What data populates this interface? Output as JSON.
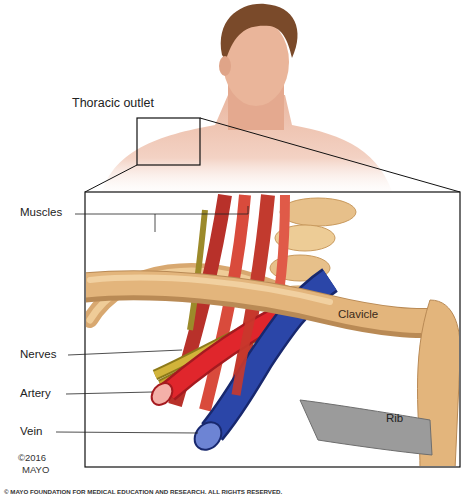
{
  "diagram": {
    "labels": [
      "Thoracic outlet",
      "Muscles",
      "Nerves",
      "Artery",
      "Vein",
      "Clavicle",
      "Rib",
      "©2016",
      "MAYO",
      "© MAYO FOUNDATION FOR MEDICAL EDUCATION AND RESEARCH. ALL RIGHTS RESERVED."
    ]
  }
}
